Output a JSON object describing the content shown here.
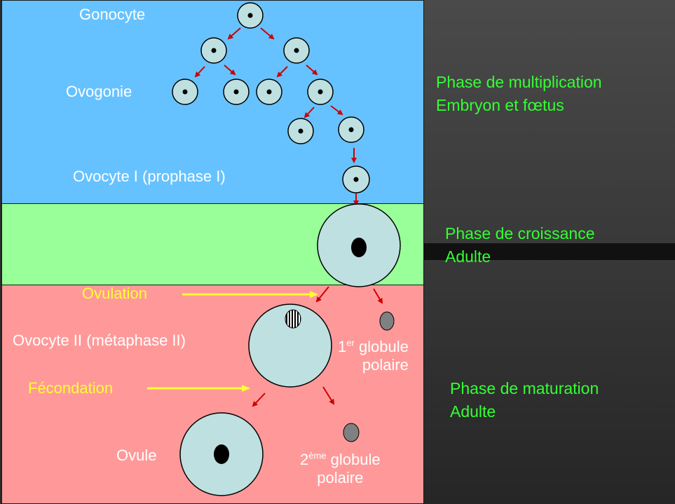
{
  "labels": {
    "gonocyte": "Gonocyte",
    "ovogonie": "Ovogonie",
    "ovocyte1": "Ovocyte I (prophase I)",
    "ovulation": "Ovulation",
    "ovocyte2": "Ovocyte II (métaphase II)",
    "fecondation": "Fécondation",
    "ovule": "Ovule",
    "globule1_num": "1",
    "globule1_sup": "er",
    "globule1_word": "globule",
    "globule1_line2": "polaire",
    "globule2_num": "2",
    "globule2_sup": "ème",
    "globule2_word": "globule",
    "globule2_line2": "polaire"
  },
  "phases": {
    "multiplication": {
      "line1": "Phase de multiplication",
      "line2": "Embryon et fœtus"
    },
    "croissance": {
      "line1": "Phase de croissance",
      "line2": "Adulte"
    },
    "maturation": {
      "line1": "Phase de maturation",
      "line2": "Adulte"
    }
  },
  "colors": {
    "zone_multiplication": "#66c2ff",
    "zone_croissance": "#99ff99",
    "zone_maturation": "#ff9999",
    "cell_fill": "#bfe0e0",
    "arrow_red": "#cc0000",
    "arrow_yellow": "#ffff33",
    "phase_text": "#33ff33",
    "event_text": "#ffff33",
    "stage_text": "#ffffff"
  }
}
